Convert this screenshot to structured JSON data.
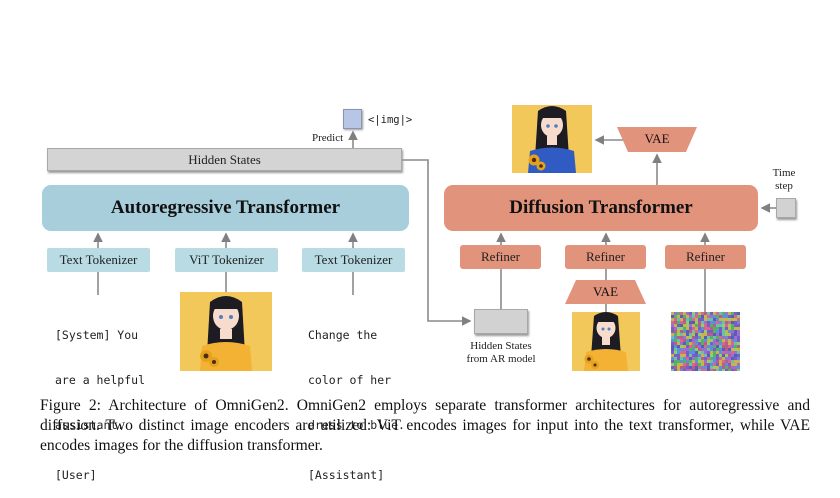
{
  "figure": {
    "hidden_states_bar": "Hidden States",
    "predict_label": "Predict",
    "img_token": "<|img|>",
    "ar_transformer": "Autoregressive Transformer",
    "tokenizers": [
      {
        "label": "Text Tokenizer"
      },
      {
        "label": "ViT Tokenizer"
      },
      {
        "label": "Text Tokenizer"
      }
    ],
    "system_prompt": {
      "line1": "[System] You",
      "line2": "are a helpful",
      "line3": "assistant.",
      "line4": "[User]"
    },
    "instruction": {
      "line1": "Change the",
      "line2": "color of her",
      "line3": "dress to blue.",
      "line4": "[Assistant]"
    },
    "diffusion_transformer": "Diffusion Transformer",
    "vae_decoder": "VAE",
    "vae_encoder": "VAE",
    "timestep_label": {
      "line1": "Time",
      "line2": "step"
    },
    "refiners": [
      {
        "label": "Refiner"
      },
      {
        "label": "Refiner"
      },
      {
        "label": "Refiner"
      }
    ],
    "hidden_states_from_ar": {
      "line1": "Hidden States",
      "line2": "from AR model"
    },
    "images": {
      "input_image": "girl with sunflowers, yellow dress",
      "output_image": "girl with sunflowers, blue dress",
      "vae_input_image": "girl with sunflowers, yellow dress",
      "noise_image": "random noise"
    },
    "colors": {
      "ar_blue": "#a8cddb",
      "tokenizer_blue": "#b9dbe4",
      "diffusion_salmon": "#e2937c",
      "hidden_gray": "#d4d4d4",
      "img_token_blue": "#b8c6e6",
      "image_bg_yellow": "#f3c85a"
    }
  },
  "caption": {
    "text": "Figure 2: Architecture of OmniGen2. OmniGen2 employs separate transformer architectures for autoregressive and diffusion. Two distinct image encoders are utilized: ViT encodes images for input into the text transformer, while VAE encodes images for the diffusion transformer."
  }
}
